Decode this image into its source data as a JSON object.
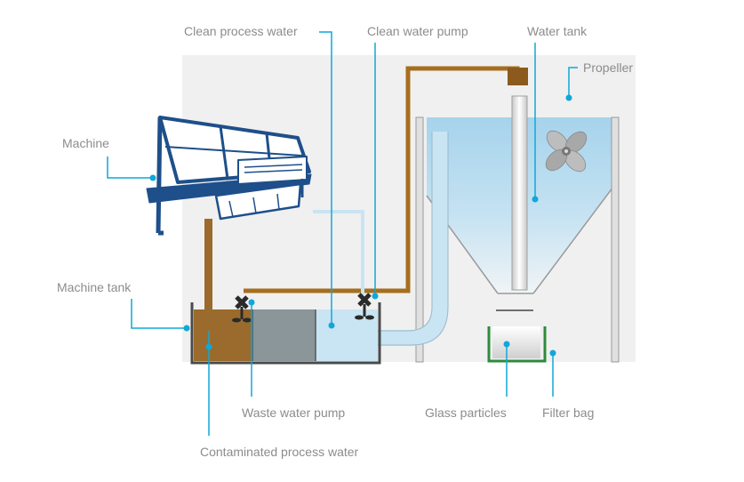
{
  "labels": {
    "clean_process_water": "Clean process water",
    "clean_water_pump": "Clean water pump",
    "water_tank": "Water tank",
    "propeller": "Propeller",
    "machine": "Machine",
    "machine_tank": "Machine tank",
    "waste_water_pump": "Waste water pump",
    "glass_particles": "Glass particles",
    "filter_bag": "Filter bag",
    "contaminated_process_water": "Contaminated process water"
  },
  "colors": {
    "background_panel": "#f0f0f0",
    "machine_blue": "#1e4f8a",
    "contaminated_water": "#9a6b2c",
    "pipe_brown": "#a66f1e",
    "middle_chamber": "#8a9699",
    "clean_water": "#c9e4f2",
    "tank_water_top": "#a6d3ec",
    "pole_gray": "#d8d8d8",
    "filter_green": "#2e8b3b",
    "callout_cyan": "#0fa8d8",
    "label_gray": "#8c8c8c"
  },
  "icons": [
    "propeller-icon",
    "pump-icon"
  ]
}
